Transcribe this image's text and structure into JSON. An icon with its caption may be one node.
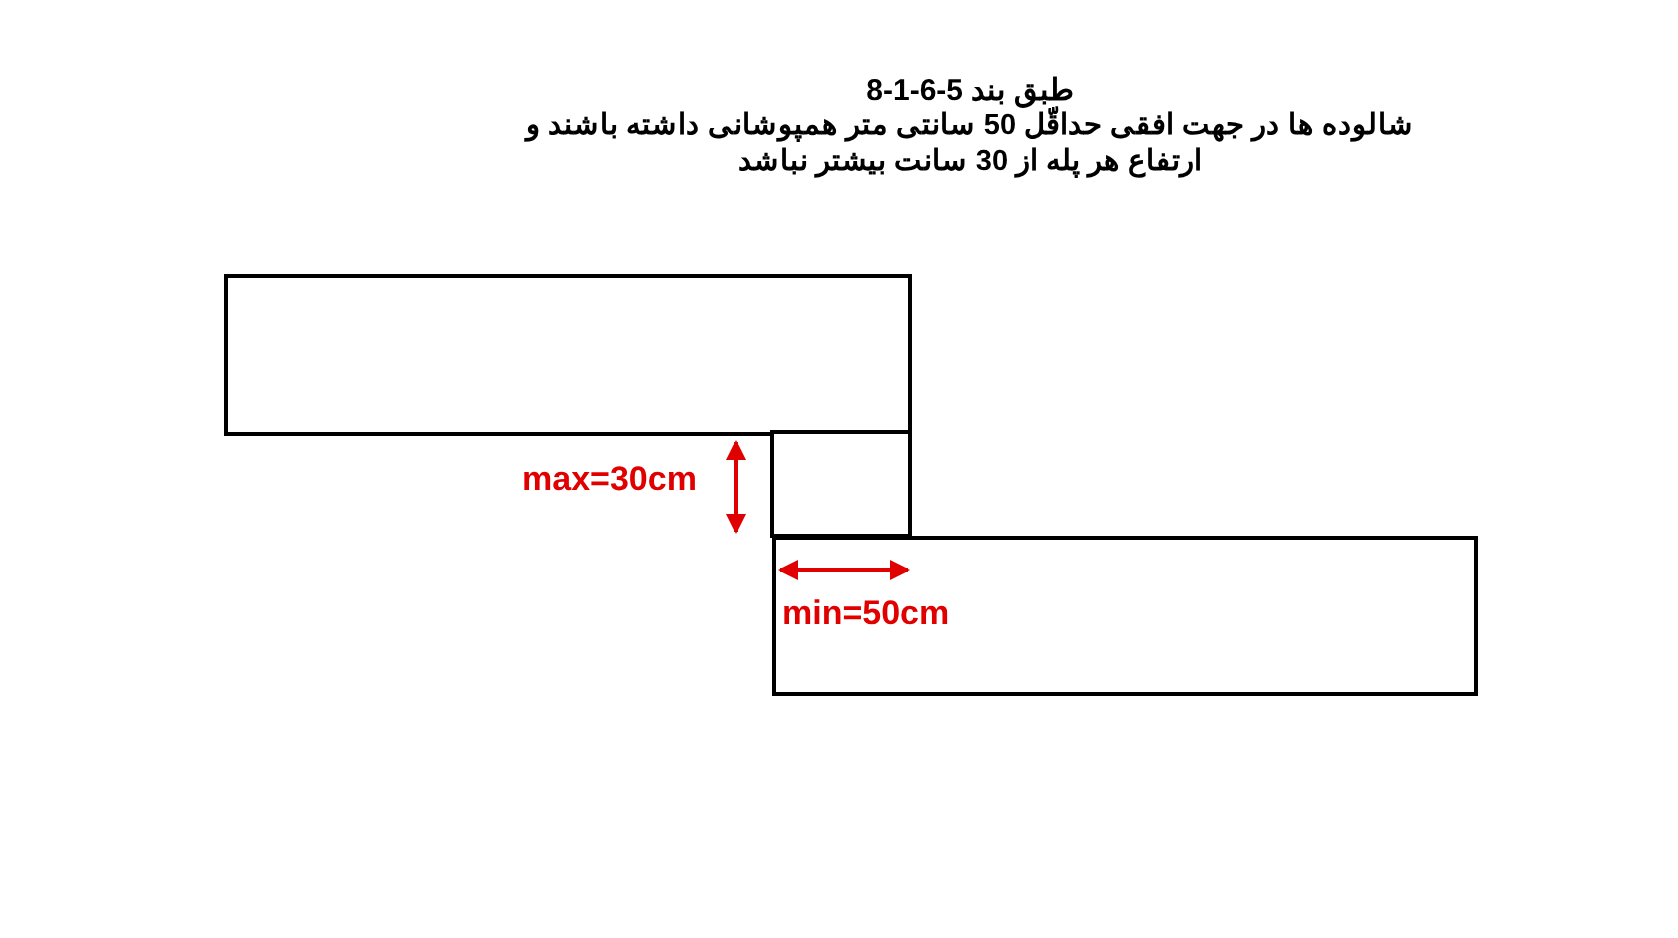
{
  "diagram": {
    "title": "طبق بند 5-6-1-8",
    "nodes": [
      {
        "text": [],
        "shape": "box"
      },
      {
        "text": [],
        "shape": "box"
      },
      {
        "text": [],
        "shape": "box"
      }
    ],
    "edges": [],
    "labels": [
      "شالوده ها در جهت افقی حداقّل 50 سانتی متر همپوشانی داشته باشند و ارتفاع هر پله از 30 سانت بیشتر نباشد",
      "max=30cm",
      "min=50cm"
    ]
  }
}
